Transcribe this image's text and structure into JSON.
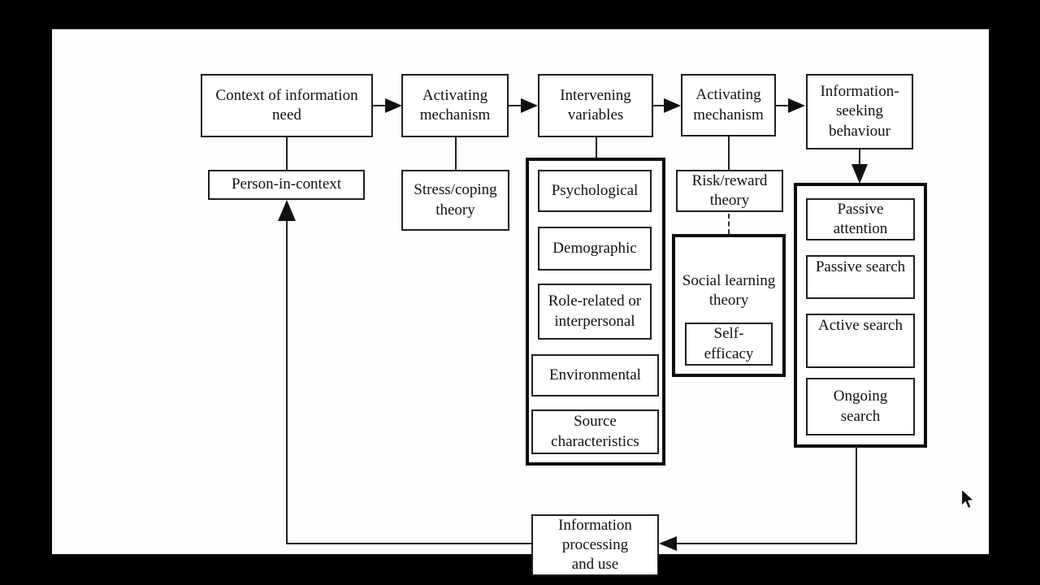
{
  "canvas": {
    "background": "#fdfdfd",
    "letterbox_color": "#000000",
    "line_color": "#1a1a1a"
  },
  "nodes": {
    "context": "Context of information\nneed",
    "activating1": "Activating\nmechanism",
    "intervening": "Intervening\nvariables",
    "activating2": "Activating\nmechanism",
    "seeking": "Information-\nseeking\nbehaviour",
    "person": "Person-in-context",
    "stress": "Stress/coping\ntheory",
    "psychological": "Psychological",
    "demographic": "Demographic",
    "role": "Role-related or\ninterpersonal",
    "environmental": "Environmental",
    "source": "Source\ncharacteristics",
    "risk": "Risk/reward\ntheory",
    "social": "Social learning\ntheory",
    "self_efficacy": "Self-\nefficacy",
    "passive_attention": "Passive\nattention",
    "passive_search": "Passive search",
    "active_search": "Active search",
    "ongoing_search": "Ongoing\nsearch",
    "processing": "Information\nprocessing\nand use"
  },
  "cursor": {
    "icon": "arrow-cursor"
  }
}
